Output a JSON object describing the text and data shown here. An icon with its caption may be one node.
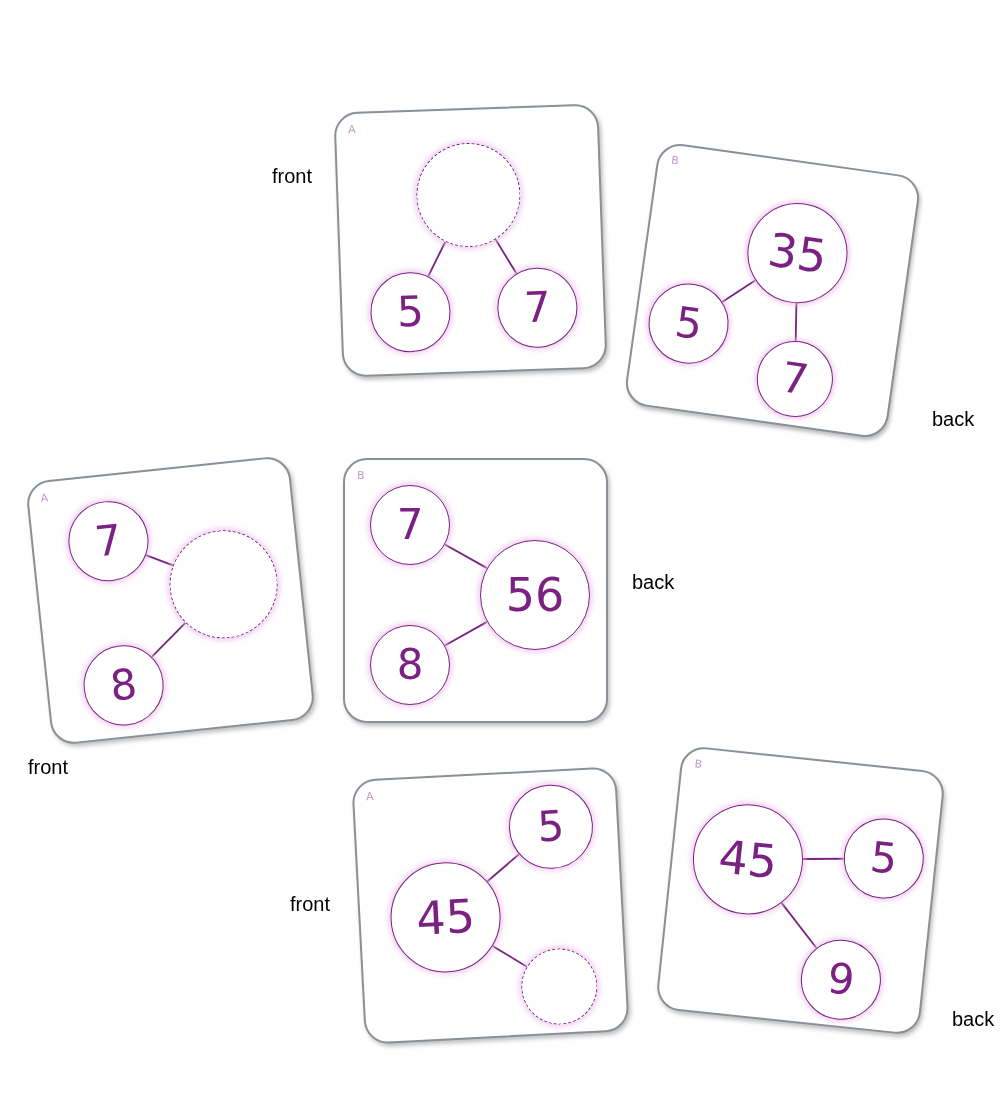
{
  "diagram": {
    "nodes": [
      {
        "text": [
          "A"
        ],
        "beside": [
          "front"
        ]
      },
      {
        "text": [],
        "shape": "circle",
        "in": 0
      },
      {
        "text": [
          "5"
        ],
        "in": 0
      },
      {
        "text": [
          "7"
        ],
        "in": 0
      },
      {
        "text": [
          "B"
        ],
        "beside": [
          "back"
        ]
      },
      {
        "text": [
          "35"
        ],
        "in": 4
      },
      {
        "text": [
          "5"
        ],
        "in": 4
      },
      {
        "text": [
          "7"
        ],
        "in": 4
      },
      {
        "text": [
          "A"
        ],
        "beside": [
          "front"
        ]
      },
      {
        "text": [
          "7"
        ],
        "in": 8
      },
      {
        "text": [],
        "shape": "circle",
        "in": 8
      },
      {
        "text": [
          "8"
        ],
        "in": 8
      },
      {
        "text": [
          "B"
        ],
        "beside": [
          "back"
        ]
      },
      {
        "text": [
          "7"
        ],
        "in": 12
      },
      {
        "text": [
          "56"
        ],
        "in": 12
      },
      {
        "text": [
          "8"
        ],
        "in": 12
      },
      {
        "text": [
          "A"
        ],
        "beside": [
          "front"
        ]
      },
      {
        "text": [
          "5"
        ],
        "in": 16
      },
      {
        "text": [
          "45"
        ],
        "in": 16
      },
      {
        "text": [],
        "shape": "circle",
        "in": 16
      },
      {
        "text": [
          "B"
        ],
        "beside": [
          "back"
        ]
      },
      {
        "text": [
          "45"
        ],
        "in": 20
      },
      {
        "text": [
          "5"
        ],
        "in": 20
      },
      {
        "text": [
          "9"
        ],
        "in": 20
      }
    ],
    "edges": [
      {
        "from": 1,
        "to": 2,
        "arrow": "none"
      },
      {
        "from": 1,
        "to": 3,
        "arrow": "none"
      },
      {
        "from": 5,
        "to": 6,
        "arrow": "none"
      },
      {
        "from": 5,
        "to": 7,
        "arrow": "none"
      },
      {
        "from": 9,
        "to": 10,
        "arrow": "none"
      },
      {
        "from": 11,
        "to": 10,
        "arrow": "none"
      },
      {
        "from": 13,
        "to": 14,
        "arrow": "none"
      },
      {
        "from": 15,
        "to": 14,
        "arrow": "none"
      },
      {
        "from": 18,
        "to": 17,
        "arrow": "none"
      },
      {
        "from": 18,
        "to": 19,
        "arrow": "none"
      },
      {
        "from": 21,
        "to": 22,
        "arrow": "none"
      },
      {
        "from": 21,
        "to": 23,
        "arrow": "none"
      }
    ]
  }
}
